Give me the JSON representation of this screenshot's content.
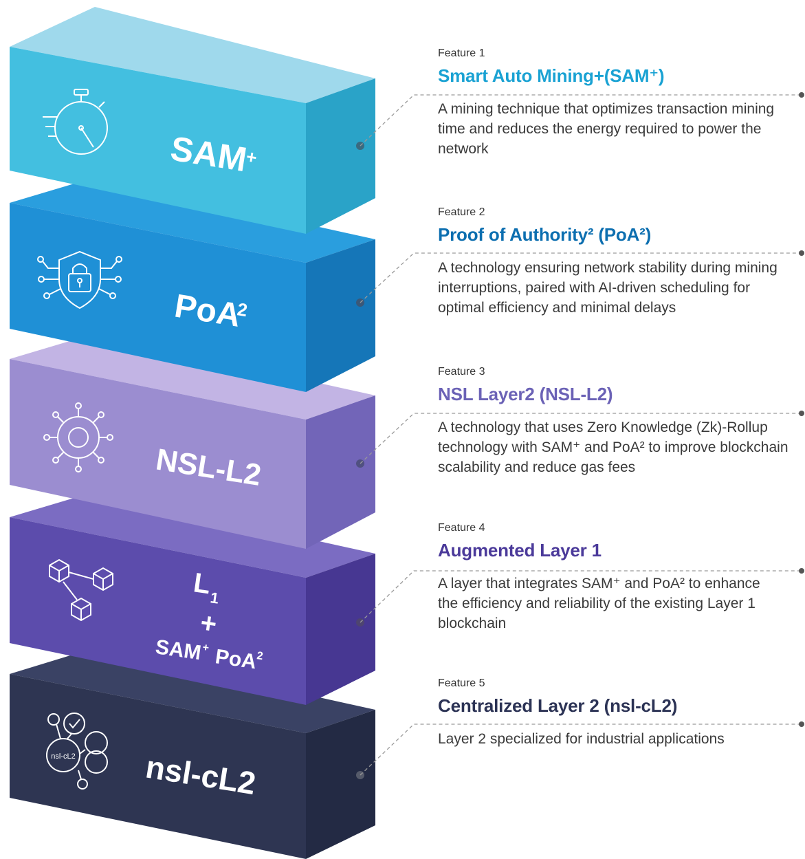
{
  "colors": {
    "sam_front": "#43bfe0",
    "sam_top": "#9fd9ec",
    "sam_side": "#2aa3c8",
    "poa_front": "#1f90d6",
    "poa_top": "#2a9ede",
    "poa_side": "#1576b8",
    "nsl_front": "#9b8dd0",
    "nsl_top": "#c2b4e4",
    "nsl_side": "#7265b8",
    "l1_front": "#5c4cac",
    "l1_top": "#7b6cc2",
    "l1_side": "#473792",
    "cl2_front": "#2e3552",
    "cl2_top": "#3a4264",
    "cl2_side": "#232a44",
    "title_sam": "#1aa2d3",
    "title_poa": "#0d6fb0",
    "title_nsl": "#6b62b6",
    "title_l1": "#4b3a9a",
    "title_cl2": "#2c3355"
  },
  "blocks": [
    {
      "id": "sam",
      "label": "SAM",
      "sup": "+",
      "icon": "stopwatch-icon"
    },
    {
      "id": "poa",
      "label": "PoA",
      "sup": "2",
      "icon": "shield-lock-icon"
    },
    {
      "id": "nsl",
      "label": "NSL-L2",
      "icon": "gear-network-icon"
    },
    {
      "id": "l1",
      "label_line1": "L",
      "label_sub": "1",
      "label_plus": "+",
      "label_line3a": "SAM",
      "label_line3a_sup": "+",
      "label_line3b": "PoA",
      "label_line3b_sup": "2",
      "icon": "cubes-network-icon"
    },
    {
      "id": "cl2",
      "label": "nsl-cL2",
      "icon_text": "nsl-cL2",
      "icon": "nsl-cl2-network-icon"
    }
  ],
  "features": [
    {
      "label": "Feature 1",
      "title": "Smart Auto Mining+(SAM⁺)",
      "desc": "A mining technique that optimizes transaction mining time and reduces the energy required to power the network"
    },
    {
      "label": "Feature 2",
      "title": "Proof of Authority² (PoA²)",
      "desc": "A technology ensuring network stability during mining interruptions, paired with AI-driven scheduling for optimal efficiency and minimal delays"
    },
    {
      "label": "Feature 3",
      "title": "NSL Layer2 (NSL-L2)",
      "desc": "A technology that uses Zero Knowledge (Zk)-Rollup technology with SAM⁺ and PoA² to improve blockchain scalability and reduce gas fees"
    },
    {
      "label": "Feature 4",
      "title": "Augmented Layer 1",
      "desc": "A layer that integrates SAM⁺ and PoA² to enhance the efficiency and reliability of the existing Layer 1 blockchain"
    },
    {
      "label": "Feature 5",
      "title": "Centralized Layer 2 (nsl-cL2)",
      "desc": "Layer 2 specialized for industrial applications"
    }
  ]
}
